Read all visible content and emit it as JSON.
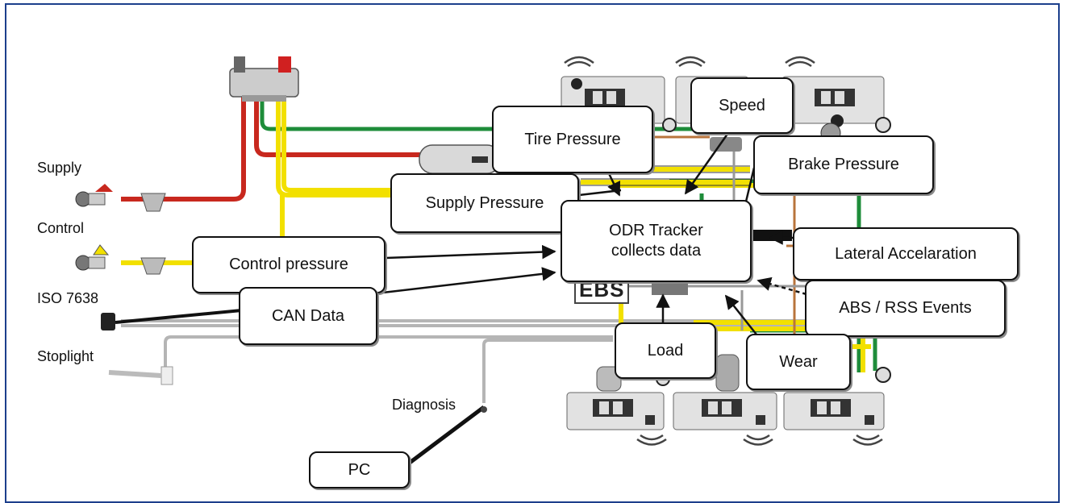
{
  "left_labels": {
    "supply": "Supply",
    "control": "Control",
    "iso": "ISO 7638",
    "stoplight": "Stoplight",
    "diagnosis": "Diagnosis"
  },
  "component_label": "EBS",
  "boxes": {
    "tire_pressure": "Tire Pressure",
    "speed": "Speed",
    "brake_pressure": "Brake Pressure",
    "supply_pressure": "Supply Pressure",
    "odr_tracker": "ODR Tracker\ncollects data",
    "lateral_accel": "Lateral Accelaration",
    "control_pressure": "Control pressure",
    "can_data": "CAN Data",
    "abs_rss": "ABS / RSS Events",
    "load": "Load",
    "wear": "Wear",
    "pc": "PC"
  },
  "colors": {
    "frame": "#1c3f8c",
    "supply_line": "#c8281e",
    "control_line": "#f2e000",
    "green_line": "#1e8c3a",
    "grey_line": "#a8a8a8",
    "brown_line": "#b8743c"
  }
}
